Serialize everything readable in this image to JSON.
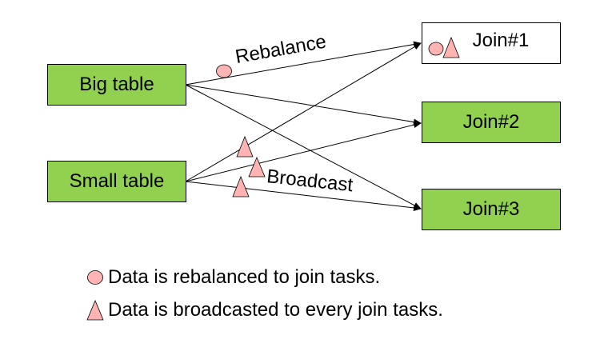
{
  "colors": {
    "box_fill": "#92d050",
    "marker_fill": "#ffb3b3",
    "stroke": "#000000"
  },
  "nodes": {
    "big_table": "Big table",
    "small_table": "Small table",
    "join1": "Join#1",
    "join2": "Join#2",
    "join3": "Join#3"
  },
  "edges": [
    {
      "from": "big_table",
      "to": "join1",
      "marker": "circle",
      "label": "Rebalance"
    },
    {
      "from": "big_table",
      "to": "join2",
      "marker": null
    },
    {
      "from": "big_table",
      "to": "join3",
      "marker": null
    },
    {
      "from": "small_table",
      "to": "join1",
      "marker": "triangle"
    },
    {
      "from": "small_table",
      "to": "join2",
      "marker": "triangle",
      "label": "Broadcast"
    },
    {
      "from": "small_table",
      "to": "join3",
      "marker": "triangle"
    }
  ],
  "edge_labels": {
    "rebalance": "Rebalance",
    "broadcast": "Broadcast"
  },
  "legend": [
    {
      "icon": "circle",
      "text": "Data is rebalanced to join tasks."
    },
    {
      "icon": "triangle",
      "text": "Data is broadcasted to every join tasks."
    }
  ]
}
